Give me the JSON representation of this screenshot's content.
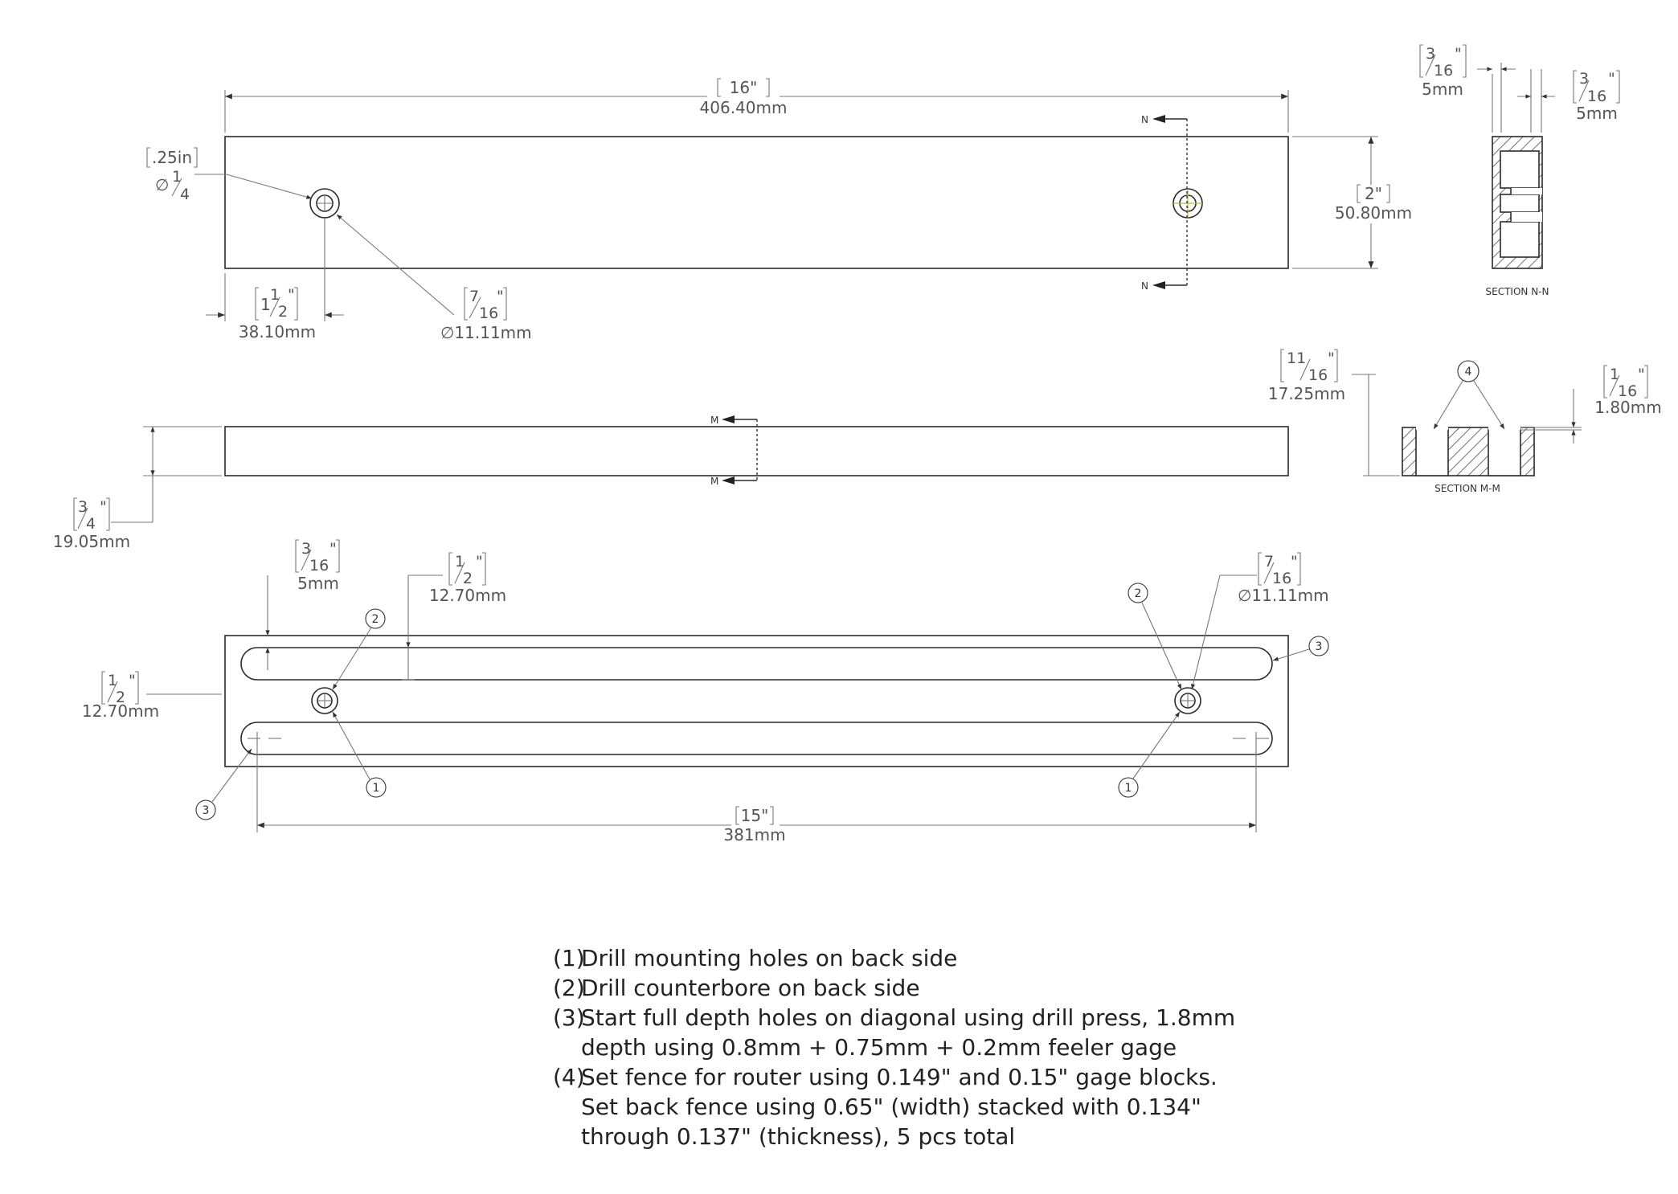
{
  "dimensions": {
    "overall_length": {
      "inch": "16\"",
      "mm": "406.40mm"
    },
    "width": {
      "inch": "2\"",
      "mm": "50.80mm"
    },
    "hole_dia": {
      "inch": ".25in",
      "frac_num": "1",
      "frac_den": "4",
      "symbol": "∅"
    },
    "counterbore_dia": {
      "frac_num": "7",
      "frac_den": "16",
      "unit": "\"",
      "mm": "∅11.11mm"
    },
    "hole_offset": {
      "whole": "1",
      "frac_num": "1",
      "frac_den": "2",
      "unit": "\"",
      "mm": "38.10mm"
    },
    "thickness": {
      "frac_num": "3",
      "frac_den": "4",
      "unit": "\"",
      "mm": "19.05mm"
    },
    "slot_edge_offset": {
      "frac_num": "3",
      "frac_den": "16",
      "unit": "\"",
      "mm": "5mm"
    },
    "slot_width": {
      "frac_num": "1",
      "frac_den": "2",
      "unit": "\"",
      "mm": "12.70mm"
    },
    "slot_spacing": {
      "frac_num": "1",
      "frac_den": "2",
      "unit": "\"",
      "mm": "12.70mm"
    },
    "right_counterbore": {
      "frac_num": "7",
      "frac_den": "16",
      "unit": "\"",
      "mm": "∅11.11mm"
    },
    "slot_length": {
      "inch": "15\"",
      "mm": "381mm"
    },
    "section_n_left": {
      "frac_num": "3",
      "frac_den": "16",
      "unit": "\"",
      "mm": "5mm"
    },
    "section_n_right": {
      "frac_num": "3",
      "frac_den": "16",
      "unit": "\"",
      "mm": "5mm"
    },
    "section_m_height": {
      "frac_num": "11",
      "frac_den": "16",
      "unit": "\"",
      "mm": "17.25mm"
    },
    "section_m_depth": {
      "frac_num": "1",
      "frac_den": "16",
      "unit": "\"",
      "mm": "1.80mm"
    }
  },
  "sections": {
    "n_label": "SECTION N-N",
    "m_label": "SECTION M-M",
    "n_marker": "N",
    "m_marker": "M"
  },
  "balloons": {
    "one": "1",
    "two": "2",
    "three": "3",
    "four": "4"
  },
  "notes": [
    {
      "num": "(1)",
      "text": "Drill mounting holes on back side"
    },
    {
      "num": "(2)",
      "text": "Drill counterbore on back side"
    },
    {
      "num": "(3)",
      "text": "Start full depth holes on diagonal using drill press, 1.8mm\ndepth using 0.8mm + 0.75mm + 0.2mm feeler gage"
    },
    {
      "num": "(4)",
      "text": "Set fence for router using 0.149\" and 0.15\" gage blocks.\nSet back fence using 0.65\" (width) stacked with 0.134\"\nthrough 0.137\" (thickness), 5 pcs total"
    }
  ]
}
